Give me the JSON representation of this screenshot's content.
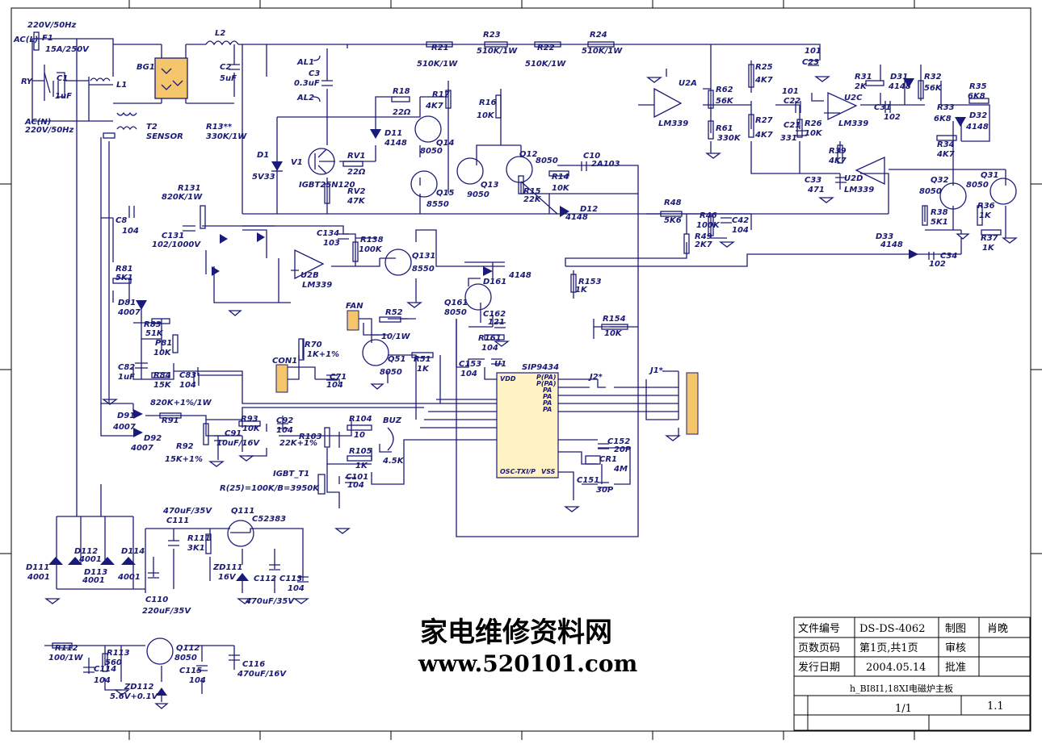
{
  "components": {
    "ac_in_1": "220V/50Hz",
    "ac_l": "AC(L)",
    "f1": "F1",
    "f1_val": "15A/250V",
    "ry": "RY",
    "c1": "C1",
    "c1_val": "1uF",
    "ac_n": "AC(N)",
    "ac_in_2": "220V/50Hz",
    "l1": "L1",
    "t2": "T2",
    "sensor": "SENSOR",
    "bg1": "BG1",
    "l2": "L2",
    "c2": "C2",
    "c2_val": "5uF",
    "al1": "AL1",
    "al2": "AL2",
    "c3": "C3",
    "c3_val": "0.3uF",
    "r13": "R13**",
    "r13_val": "330K/1W",
    "r131": "R131",
    "r131_val": "820K/1W",
    "c131": "C131",
    "c131_val": "102/1000V",
    "c8": "C8",
    "c8_val": "104",
    "r81": "R81",
    "r81_val": "5K1",
    "d81": "D81",
    "d81_val": "4007",
    "r83": "R83",
    "r83_val": "51K",
    "p81": "P81",
    "p81_val": "10K",
    "c82": "C82",
    "c82_val": "1uF",
    "r84": "R84",
    "r84_val": "15K",
    "c83": "C83",
    "c83_val": "104",
    "d1": "D1",
    "d1_val": "5V33",
    "v1": "V1",
    "v1_val": "IGBT25N120",
    "rv1": "RV1",
    "rv1_val": "22Ω",
    "rv2": "RV2",
    "rv2_val": "47K",
    "r18": "R18",
    "r18_val": "22Ω",
    "r17": "R17",
    "r17_val": "4K7",
    "d11": "D11",
    "d11_val": "4148",
    "q14": "Q14",
    "q14_val": "8050",
    "q15": "Q15",
    "q15_val": "8550",
    "q13": "Q13",
    "q13_val": "9050",
    "r16": "R16",
    "r16_val": "10K",
    "q12": "Q12",
    "q12_val": "8050",
    "c10": "C10",
    "c10_val": "2A103",
    "r14": "R14",
    "r14_val": "10K",
    "r15": "R15",
    "r15_val": "22K",
    "d12": "D12",
    "d12_val": "4148",
    "r21": "R21",
    "r21_val": "510K/1W",
    "r23": "R23",
    "r23_val": "510K/1W",
    "r22": "R22",
    "r22_val": "510K/1W",
    "r24": "R24",
    "r24_val": "510K/1W",
    "u2a": "U2A",
    "u2a_val": "LM339",
    "r62": "R62",
    "r62_val": "56K",
    "r61": "R61",
    "r61_val": "330K",
    "r25": "R25",
    "r25_val": "4K7",
    "r27": "R27",
    "r27_val": "4K7",
    "c22": "C22",
    "c22_val": "101",
    "c21": "C21",
    "c21_val": "331",
    "c23": "C23",
    "c23_val": "101",
    "r26": "R26",
    "r26_val": "10K",
    "u2c": "U2C",
    "u2c_val": "LM339",
    "r31": "R31",
    "r31_val": "2K",
    "d31": "D31",
    "d31_val": "4148",
    "r32": "R32",
    "r32_val": "56K",
    "c31": "C31",
    "c31_val": "102",
    "r35": "R35",
    "r35_val": "6K8",
    "r33": "R33",
    "r33_val": "6K8",
    "d32": "D32",
    "d32_val": "4148",
    "r34": "R34",
    "r34_val": "4K7",
    "r39": "R39",
    "r39_val": "4K7",
    "c33": "C33",
    "c33_val": "471",
    "u2d": "U2D",
    "u2d_val": "LM339",
    "q32": "Q32",
    "q32_val": "8050",
    "q31": "Q31",
    "q31_val": "8050",
    "r38": "R38",
    "r38_val": "5K1",
    "r36": "R36",
    "r36_val": "1K",
    "r37": "R37",
    "r37_val": "1K",
    "r48": "R48",
    "r48_val": "5K6",
    "r46": "R46",
    "r46_val": "100K",
    "c42": "C42",
    "c42_val": "104",
    "r49": "R49",
    "r49_val": "2K7",
    "d33": "D33",
    "d33_val": "4148",
    "c34": "C34",
    "c34_val": "102",
    "c134": "C134",
    "c134_val": "103",
    "r138": "R138",
    "r138_val": "100K",
    "q131": "Q131",
    "q131_val": "8550",
    "u2b": "U2B",
    "u2b_val": "LM339",
    "d161": "D161",
    "d161_val": "4148",
    "q161": "Q161",
    "q161_val": "8050",
    "c162": "C162",
    "c162_val": "121",
    "r161": "R161",
    "r161_val": "104",
    "r153": "R153",
    "r153_val": "1K",
    "r154": "R154",
    "r154_val": "10K",
    "c153": "C153",
    "c153_val": "104",
    "u1": "U1",
    "u1_val": "SIP9434",
    "fan": "FAN",
    "r52": "R52",
    "r52_val": "10/1W",
    "q51": "Q51",
    "q51_val": "8050",
    "r51": "R51",
    "r51_val": "1K",
    "r70": "R70",
    "r70_val": "1K+1%",
    "con1": "CON1",
    "c71": "C71",
    "c71_val": "104",
    "d91": "D91",
    "d91_val": "4007",
    "d92": "D92",
    "d92_val": "4007",
    "r91": "R91",
    "r91_val": "820K+1%/1W",
    "c91": "C91",
    "c91_val": "10uF/16V",
    "r93": "R93",
    "r93_val": "10K",
    "c92": "C92",
    "c92_val": "104",
    "r92": "R92",
    "r92_val": "15K+1%",
    "r103": "R103",
    "r103_val": "22K+1%",
    "r104": "R104",
    "r104_val": "10",
    "buz": "BUZ",
    "r105": "R105",
    "r105_val": "1K",
    "buz_val": "4.5K",
    "c101": "C101",
    "c101_val": "104",
    "igbt_t1": "IGBT_T1",
    "ntc": "R(25)=100K/B=3950K",
    "j2": "J2*",
    "j1": "J1*",
    "c152": "C152",
    "c152_val": "20P",
    "cr1": "CR1",
    "cr1_val": "4M",
    "c151": "C151",
    "c151_val": "30P",
    "d111": "D111",
    "d111_val": "4001",
    "d112": "D112",
    "d112_val": "4001",
    "d113": "D113",
    "d113_val": "4001",
    "d114": "D114",
    "d114_val": "4001",
    "c111": "C111",
    "c111_val": "470uF/35V",
    "q111": "Q111",
    "q111_val": "C52383",
    "r111": "R111",
    "r111_val": "3K1",
    "zd111": "ZD111",
    "zd111_val": "16V",
    "c112": "C112",
    "c113": "C113",
    "c113_val": "104",
    "c112_val": "470uF/35V",
    "c110": "C110",
    "c110_val": "220uF/35V",
    "r112": "R112",
    "r112_val": "100/1W",
    "c114": "C114",
    "c114_val": "104",
    "r113": "R113",
    "r113_val": "560",
    "q112": "Q112",
    "q112_val": "8050",
    "zd112": "ZD112",
    "zd112_val": "5.6V+0.1V",
    "c115": "C115",
    "c115_val": "104",
    "c116": "C116",
    "c116_val": "470uF/16V"
  },
  "ic_pins": {
    "u1_left": [
      "VDD",
      "",
      "",
      "",
      "",
      "",
      "",
      "",
      "",
      "",
      "",
      "",
      "",
      "",
      "OSC-TXI/P"
    ],
    "u1_right": [
      "P(PA)",
      "P(PA)",
      "PA",
      "PA",
      "PA",
      "PA",
      "",
      "",
      "",
      "",
      "",
      "",
      "VSS"
    ]
  },
  "watermark": {
    "title_cn": "家电维修资料网",
    "url": "www.520101.com"
  },
  "title_block": {
    "doc_no_label": "文件编号",
    "doc_no": "DS-DS-4062",
    "drawn_label": "制图",
    "drawn_by": "肖晚",
    "page_label": "页数页码",
    "page_value": "第1页,共1页",
    "check_label": "审核",
    "date_label": "发行日期",
    "date": "2004.05.14",
    "approve_label": "批准",
    "title": "h_BI8I1,18XI电磁炉主板",
    "sheet": "1/1",
    "revision": "1.1"
  }
}
